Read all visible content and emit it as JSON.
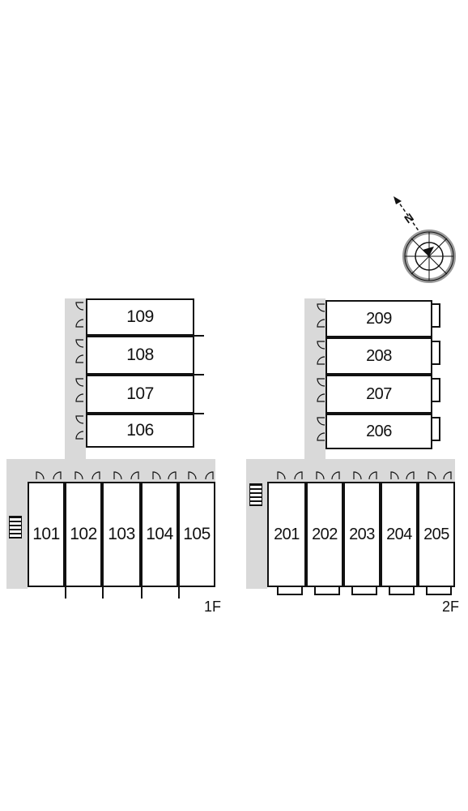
{
  "floor1": {
    "label": "1F",
    "units_row": [
      "101",
      "102",
      "103",
      "104",
      "105"
    ],
    "units_stack": [
      "109",
      "108",
      "107",
      "106"
    ]
  },
  "floor2": {
    "label": "2F",
    "units_row": [
      "201",
      "202",
      "203",
      "204",
      "205"
    ],
    "units_stack": [
      "209",
      "208",
      "207",
      "206"
    ]
  },
  "compass": {
    "icon": "north-arrow-compass-icon",
    "letter": "N"
  },
  "colors": {
    "line": "#111111",
    "corridor": "#d9d9d9",
    "background": "#ffffff"
  }
}
